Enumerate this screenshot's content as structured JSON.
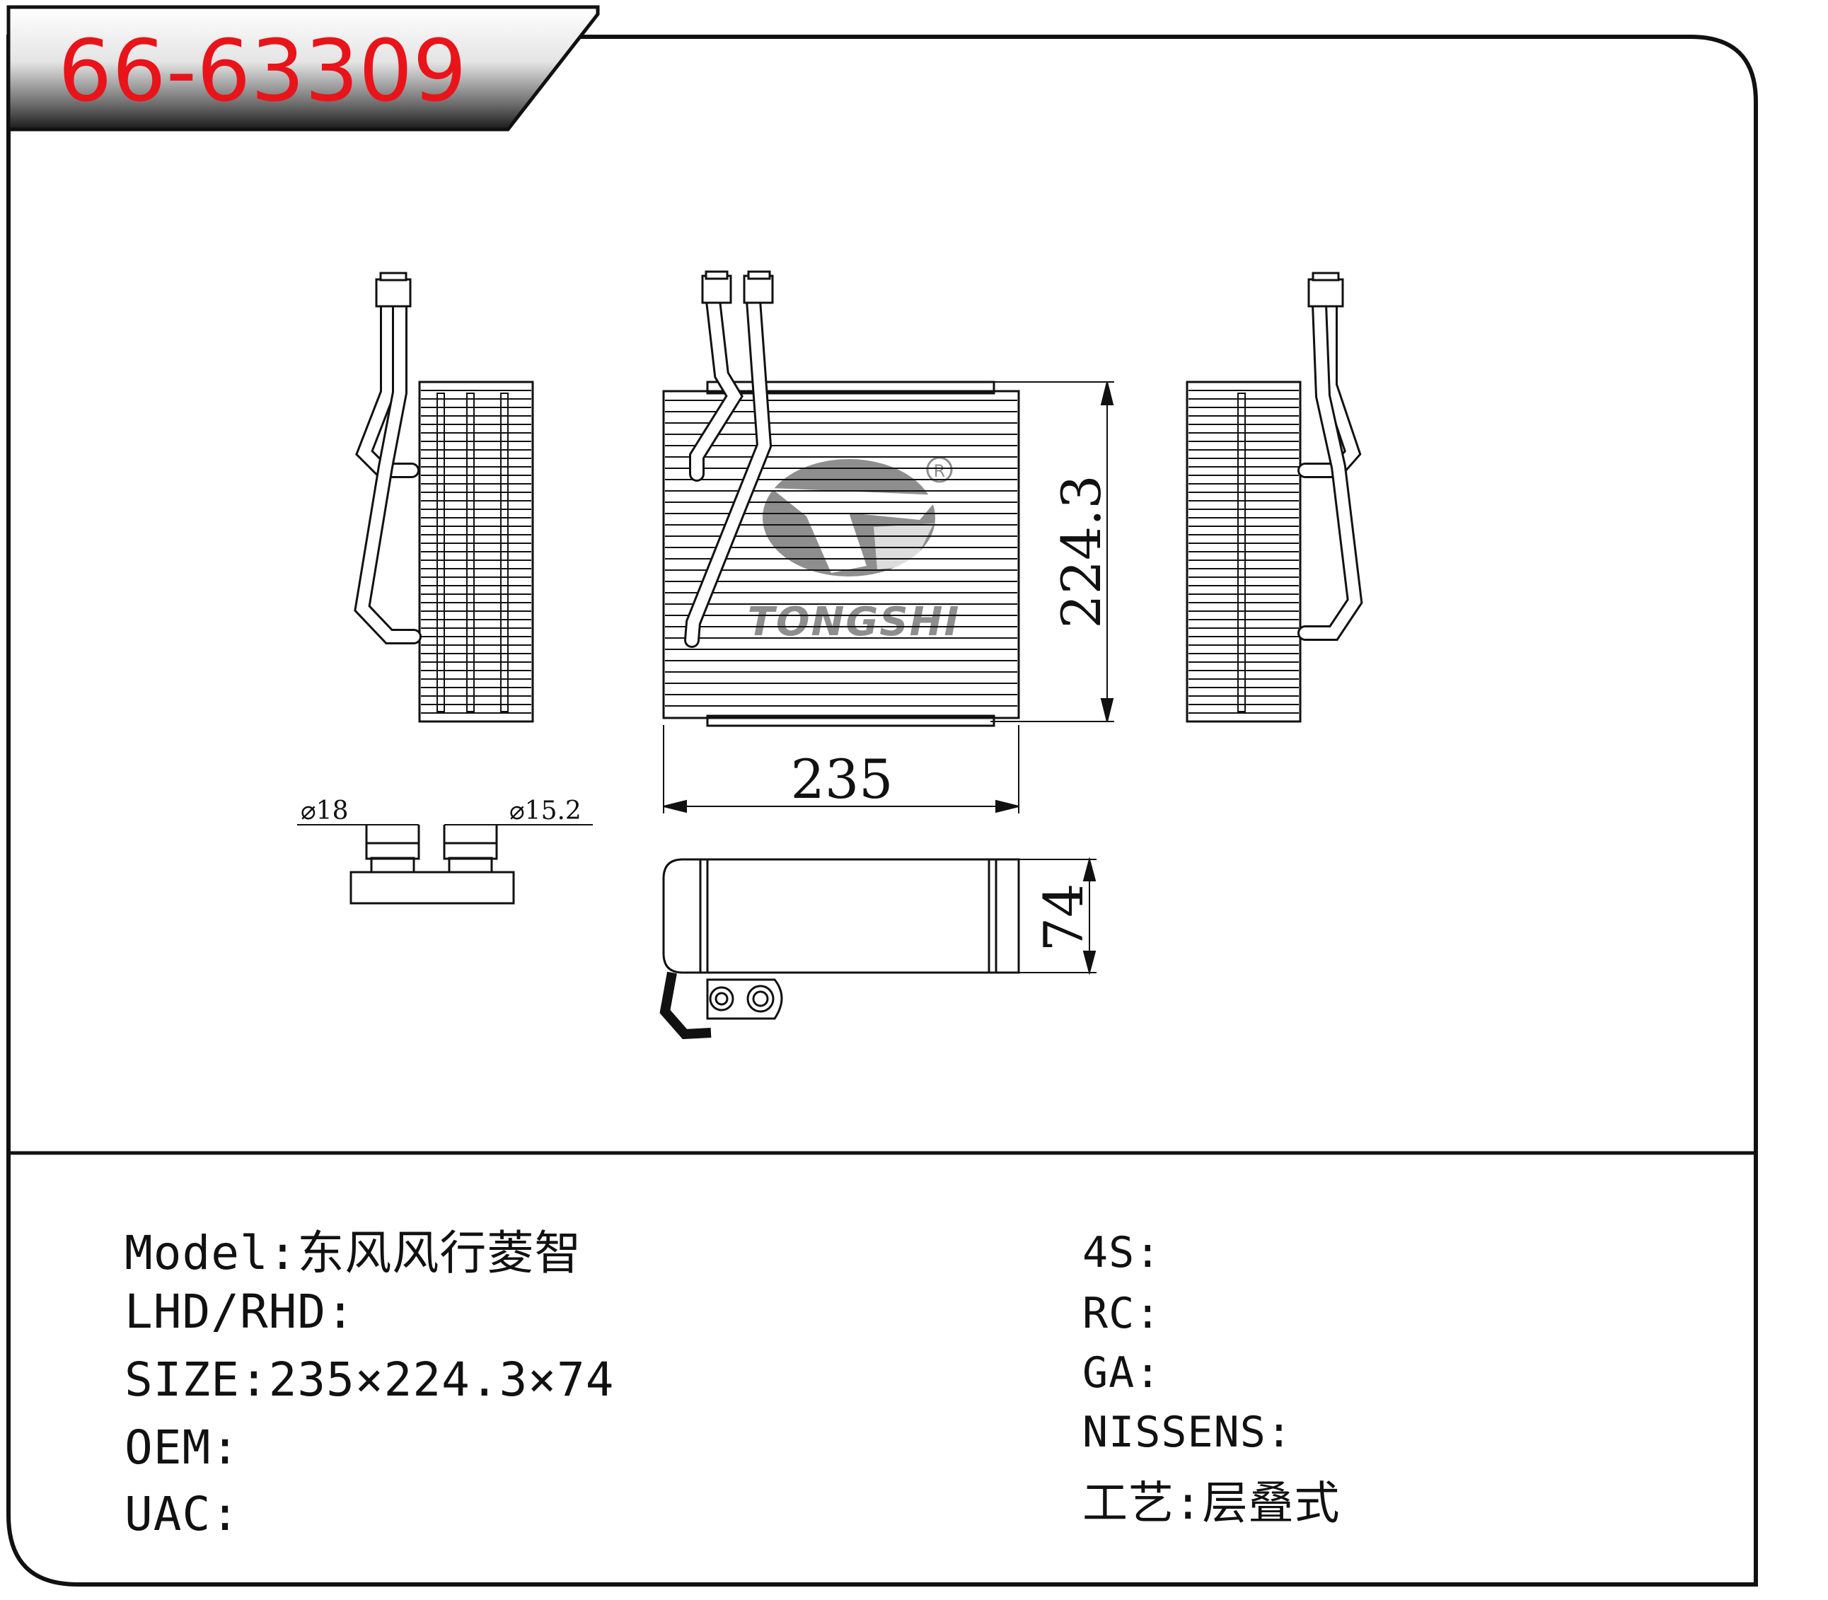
{
  "header": {
    "part_number": "66-63309"
  },
  "logo": {
    "brand": "TONGSHI",
    "registered_mark": "R"
  },
  "dimensions": {
    "width": "235",
    "height": "224.3",
    "depth": "74",
    "pipe_diameter_1": "⌀18",
    "pipe_diameter_2": "⌀15.2"
  },
  "specs_left": [
    {
      "label": "Model:",
      "value": "东风风行菱智"
    },
    {
      "label": "LHD/RHD:",
      "value": ""
    },
    {
      "label": "SIZE:",
      "value": "235×224.3×74"
    },
    {
      "label": "OEM:",
      "value": ""
    },
    {
      "label": "UAC:",
      "value": ""
    }
  ],
  "specs_right": [
    {
      "label": "4S:",
      "value": ""
    },
    {
      "label": "RC:",
      "value": ""
    },
    {
      "label": "GA:",
      "value": ""
    },
    {
      "label": "NISSENS:",
      "value": ""
    },
    {
      "label": "工艺:",
      "value": "层叠式"
    }
  ],
  "colors": {
    "part_number": "#e8141a",
    "line": "#111111",
    "logo_gray": "#8e8e8e"
  }
}
